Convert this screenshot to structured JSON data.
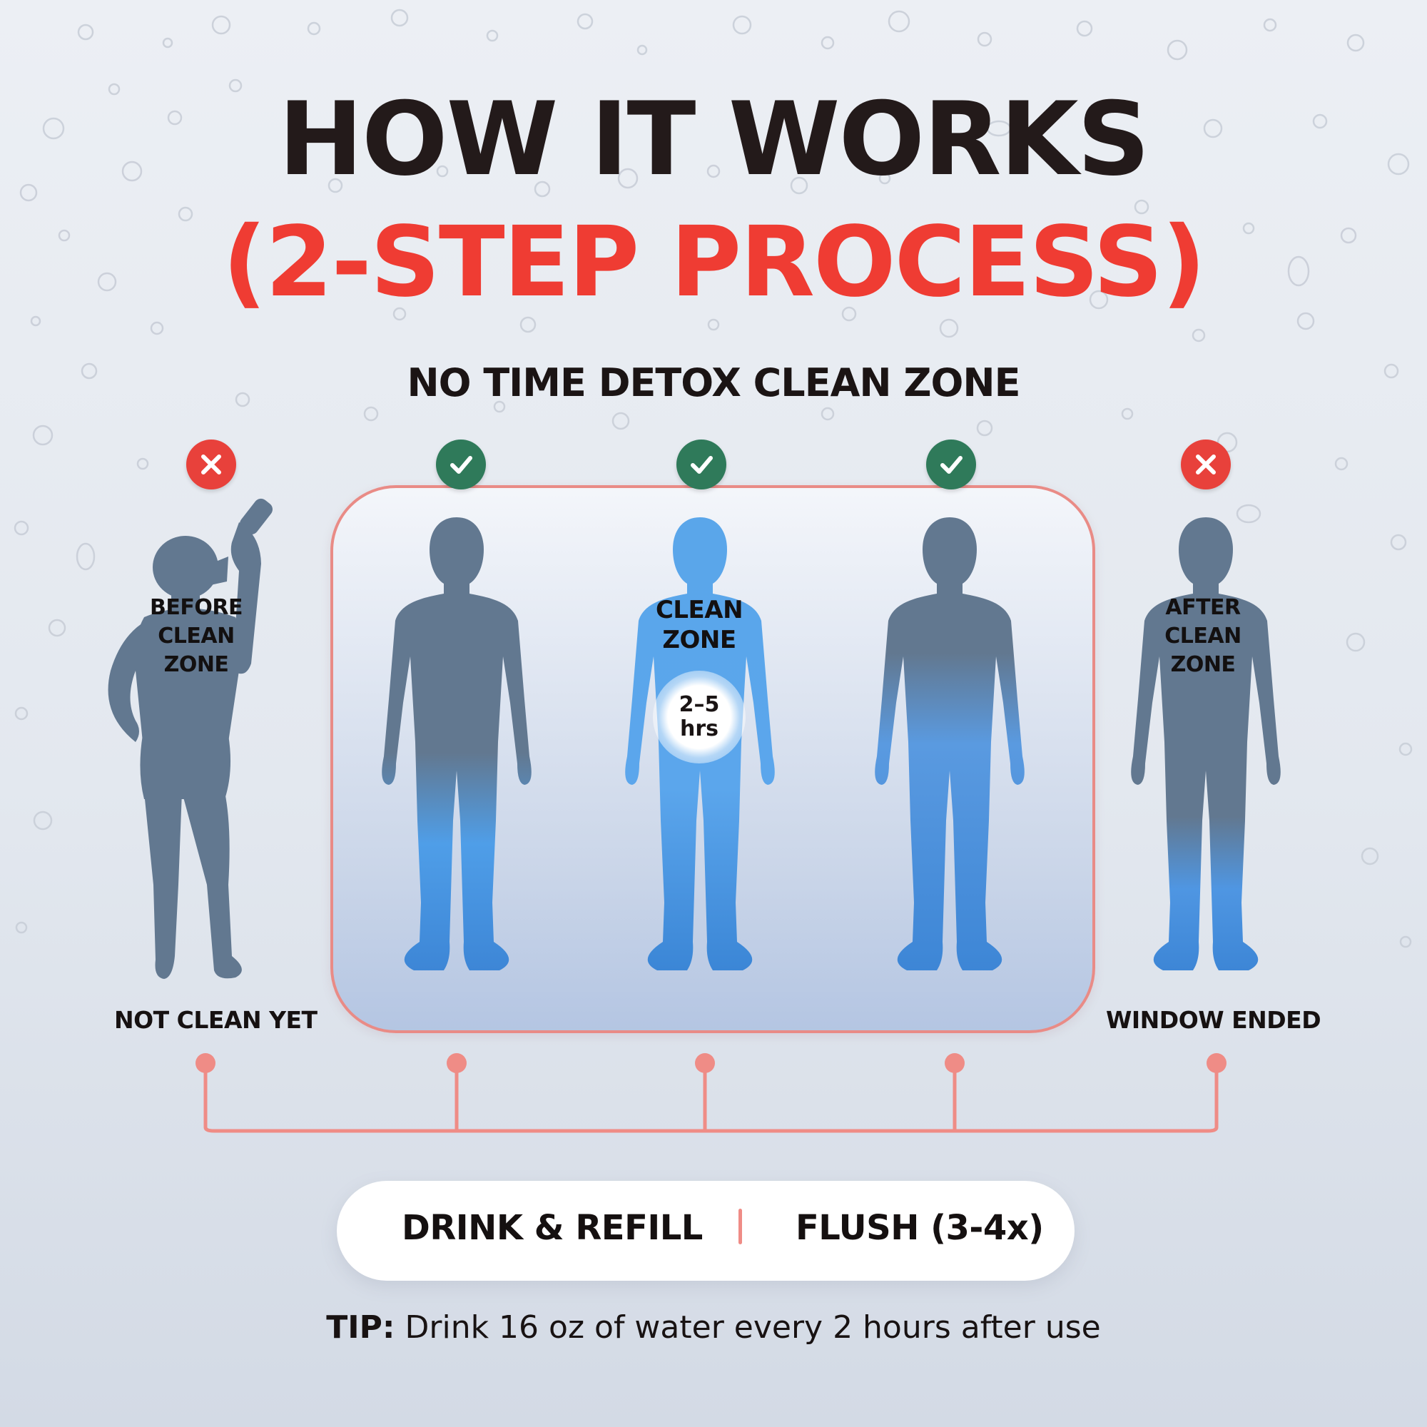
{
  "title": {
    "line1": "HOW IT WORKS",
    "line2": "(2-STEP PROCESS)"
  },
  "zone_heading": "NO TIME DETOX CLEAN ZONE",
  "figures": [
    {
      "label": [
        "BEFORE",
        "CLEAN",
        "ZONE"
      ],
      "status": "NOT CLEAN YET",
      "badge": "x-icon",
      "blue_fill": 0.0
    },
    {
      "label": [],
      "status": "",
      "badge": "check-icon",
      "blue_fill": 0.45
    },
    {
      "label": [
        "CLEAN",
        "ZONE"
      ],
      "status": "",
      "badge": "check-icon",
      "blue_fill": 1.0
    },
    {
      "label": [],
      "status": "",
      "badge": "check-icon",
      "blue_fill": 0.7
    },
    {
      "label": [
        "AFTER",
        "CLEAN",
        "ZONE"
      ],
      "status": "WINDOW ENDED",
      "badge": "x-icon",
      "blue_fill": 0.25
    }
  ],
  "hours": {
    "value": "2–5",
    "unit": "hrs"
  },
  "steps": {
    "step1": "DRINK & REFILL",
    "step2": "FLUSH (3-4x)"
  },
  "tip": {
    "label": "TIP:",
    "text": " Drink 16 oz of water every 2 hours after use"
  },
  "colors": {
    "red": "#ef3c33",
    "green_badge": "#2f7a5a",
    "gray_body": "#627890",
    "blue_body": "#4f9ee8",
    "accent_line": "#ef8c86"
  }
}
